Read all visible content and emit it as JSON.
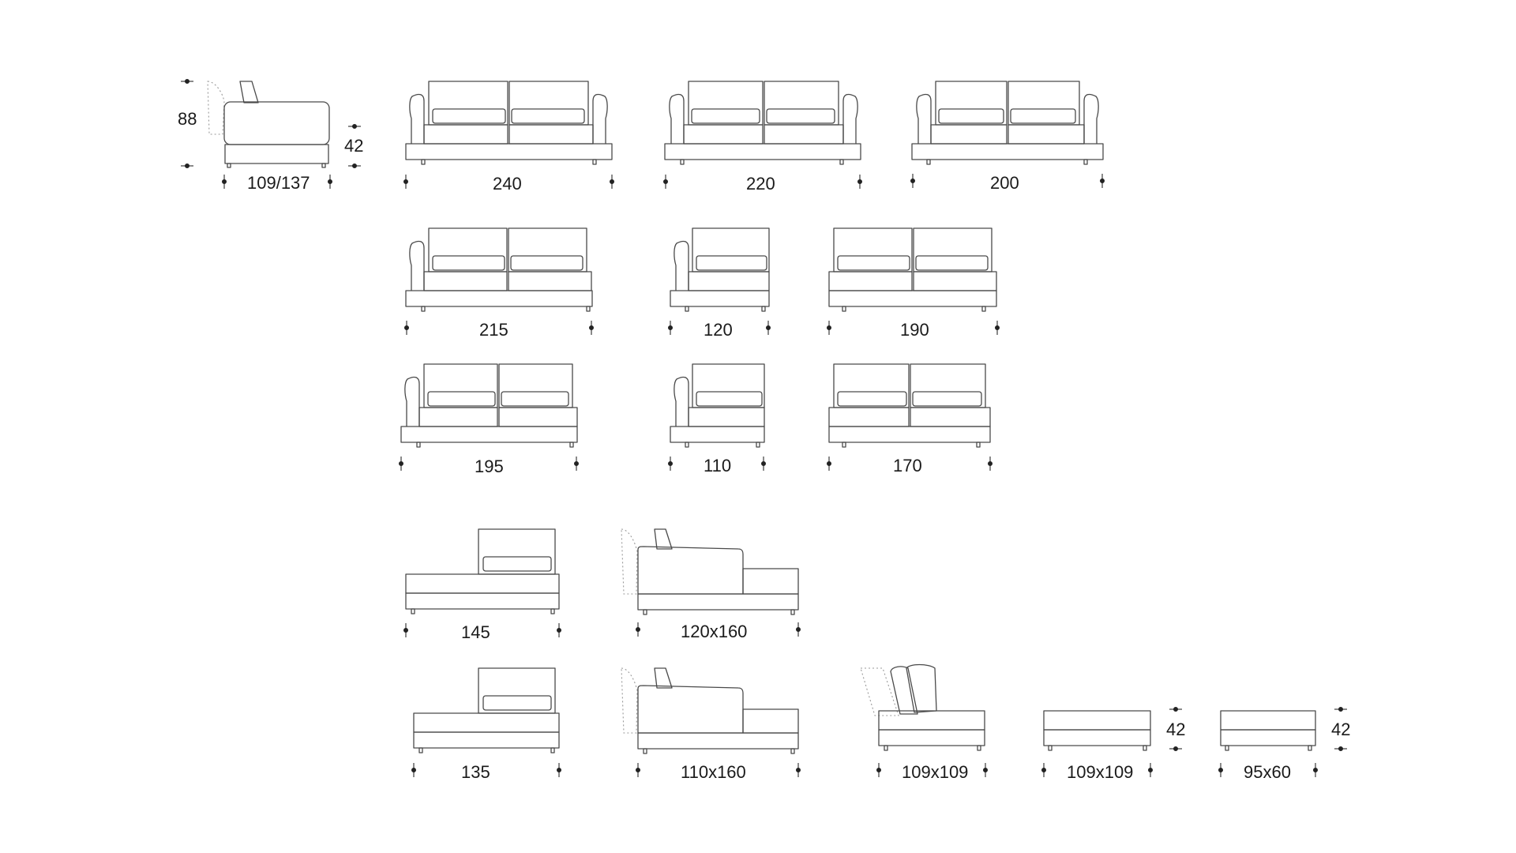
{
  "side_view": {
    "height_label": "88",
    "seat_label": "42",
    "depth_label": "109/137"
  },
  "sofas": [
    {
      "name": "sofa-3-seat-240",
      "label": "240"
    },
    {
      "name": "sofa-3-seat-220",
      "label": "220"
    },
    {
      "name": "sofa-3-seat-200",
      "label": "200"
    }
  ],
  "end_units_row1": [
    {
      "name": "end-unit-215",
      "label": "215"
    },
    {
      "name": "corner-unit-120",
      "label": "120"
    },
    {
      "name": "central-unit-190",
      "label": "190"
    }
  ],
  "end_units_row2": [
    {
      "name": "end-unit-195",
      "label": "195"
    },
    {
      "name": "corner-unit-110",
      "label": "110"
    },
    {
      "name": "central-unit-170",
      "label": "170"
    }
  ],
  "chaises_row1": [
    {
      "name": "chaise-145",
      "label": "145"
    },
    {
      "name": "chaise-120x160",
      "label": "120x160"
    }
  ],
  "chaises_row2": [
    {
      "name": "chaise-135",
      "label": "135"
    },
    {
      "name": "chaise-110x160",
      "label": "110x160"
    },
    {
      "name": "corner-seat-109x109",
      "label": "109x109"
    },
    {
      "name": "pouf-109x109",
      "label": "109x109",
      "height_label": "42"
    },
    {
      "name": "pouf-95x60",
      "label": "95x60",
      "height_label": "42"
    }
  ]
}
